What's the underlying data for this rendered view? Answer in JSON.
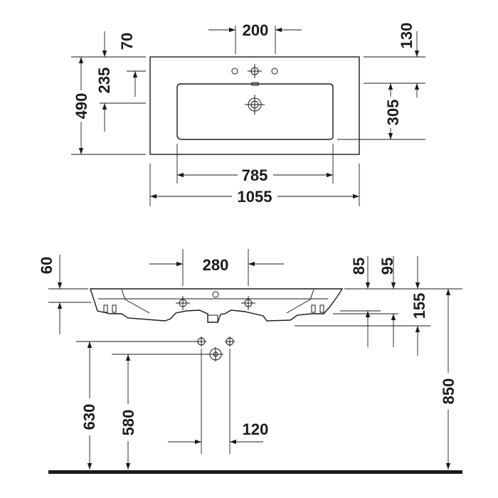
{
  "top_view": {
    "dims": {
      "tap_spacing": "200",
      "rim_to_taps": "70",
      "taps_to_bowl": "235",
      "total_depth": "490",
      "bowl_width": "785",
      "total_width": "1055",
      "side_rim_to_bowl": "130",
      "bowl_depth": "305"
    }
  },
  "side_view": {
    "dims": {
      "rim_thickness": "60",
      "hole_spacing": "280",
      "right_rim_a": "85",
      "right_rim_b": "95",
      "basin_height": "155",
      "waste_height": "630",
      "supply_height": "580",
      "supply_spacing": "120",
      "rim_height": "850"
    }
  },
  "colors": {
    "line": "#1a1a1a",
    "background": "#ffffff"
  }
}
